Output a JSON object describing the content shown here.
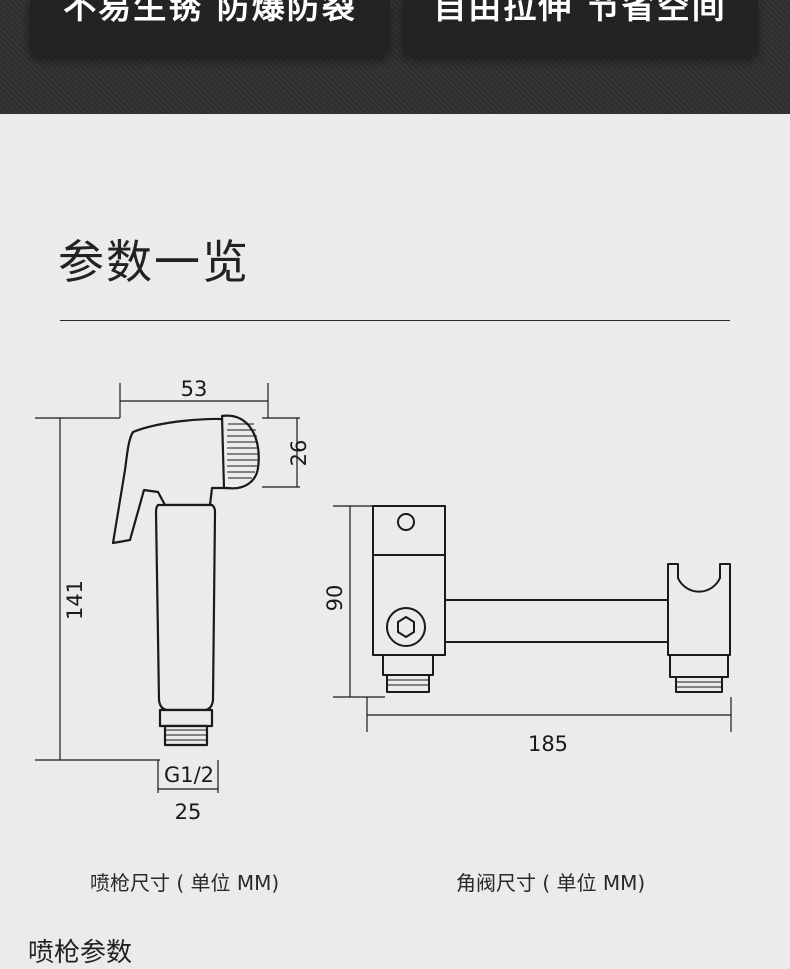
{
  "header": {
    "features": [
      "不易生锈 防爆防裂",
      "自由拉伸 节省空间"
    ]
  },
  "section": {
    "title": "参数一览"
  },
  "dimensions": {
    "sprayer": {
      "head_width": "53",
      "head_height": "26",
      "total_height": "141",
      "thread": "G1/2",
      "thread_width": "25"
    },
    "valve": {
      "height": "90",
      "length": "185"
    }
  },
  "captions": {
    "sprayer": "喷枪尺寸 ( 单位 MM)",
    "valve": "角阀尺寸 ( 单位 MM)"
  },
  "next_section": {
    "title": "喷枪参数"
  }
}
